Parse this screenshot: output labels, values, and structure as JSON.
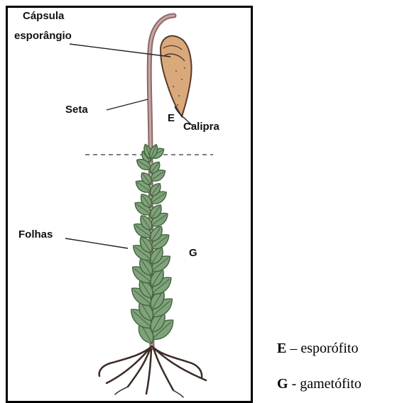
{
  "labels": {
    "capsula_line1": "Cápsula",
    "capsula_line2": "esporângio",
    "seta": "Seta",
    "e_marker": "E",
    "calipra": "Calipra",
    "folhas": "Folhas",
    "g_marker": "G"
  },
  "legend": [
    {
      "key": "E",
      "separator": " – ",
      "text": "esporófito"
    },
    {
      "key": "G",
      "separator": " - ",
      "text": "gametófito"
    }
  ],
  "colors": {
    "leaf_fill": "#7fa27a",
    "leaf_dark": "#41633e",
    "stem": "#b08a88",
    "capsule": "#d9a97c",
    "roots": "#3b2b25",
    "frame": "#000000"
  }
}
